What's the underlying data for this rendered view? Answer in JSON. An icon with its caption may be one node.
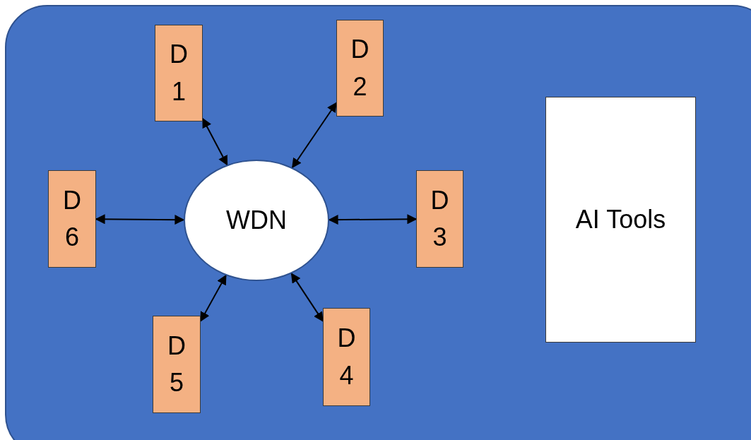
{
  "diagram": {
    "nodes": [
      {
        "text": [],
        "shape": "box"
      },
      {
        "text": [
          "WDN"
        ],
        "in": 0
      },
      {
        "text": [
          "D 1"
        ],
        "in": 0
      },
      {
        "text": [
          "D 2"
        ],
        "in": 0
      },
      {
        "text": [
          "D 3"
        ],
        "in": 0
      },
      {
        "text": [
          "D 4"
        ],
        "in": 0
      },
      {
        "text": [
          "D 5"
        ],
        "in": 0
      },
      {
        "text": [
          "D 6"
        ],
        "in": 0
      },
      {
        "text": [
          "AI Tools"
        ],
        "in": 0
      }
    ],
    "edges": [
      {
        "from": 2,
        "to": 1,
        "arrow": "both"
      },
      {
        "from": 3,
        "to": 1,
        "arrow": "both"
      },
      {
        "from": 4,
        "to": 1,
        "arrow": "both"
      },
      {
        "from": 5,
        "to": 1,
        "arrow": "both"
      },
      {
        "from": 6,
        "to": 1,
        "arrow": "both"
      },
      {
        "from": 7,
        "to": 1,
        "arrow": "both"
      }
    ]
  }
}
